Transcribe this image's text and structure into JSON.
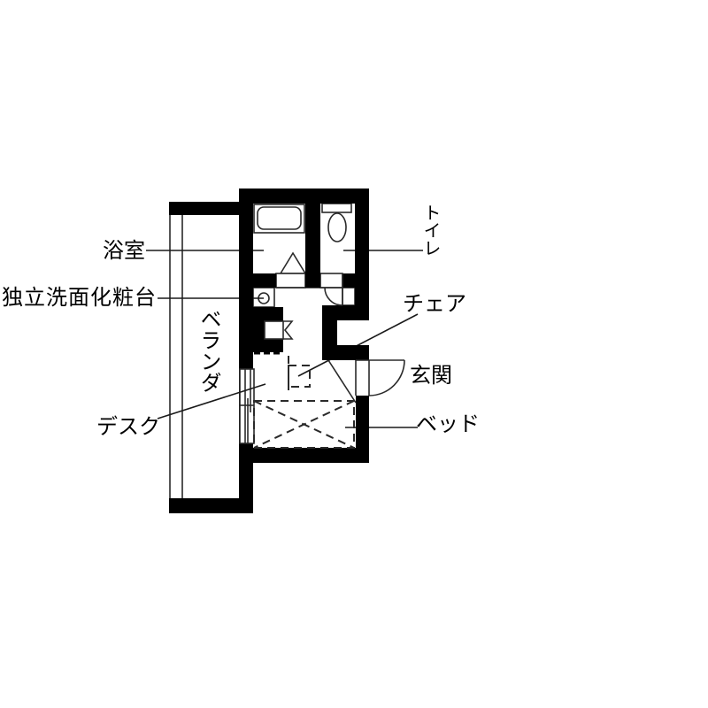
{
  "diagram": {
    "type": "floor-plan",
    "rooms": {
      "bathroom": {
        "label": "浴室"
      },
      "vanity": {
        "label": "独立洗面化粧台"
      },
      "toilet": {
        "label": "トイレ"
      },
      "veranda": {
        "label": "ベランダ"
      },
      "entrance": {
        "label": "玄関"
      }
    },
    "furniture": {
      "chair": {
        "label": "チェア"
      },
      "desk": {
        "label": "デスク"
      },
      "bed": {
        "label": "ベッド"
      }
    }
  },
  "colors": {
    "wall": "#000000",
    "line": "#2a2a2a",
    "background": "#ffffff"
  }
}
